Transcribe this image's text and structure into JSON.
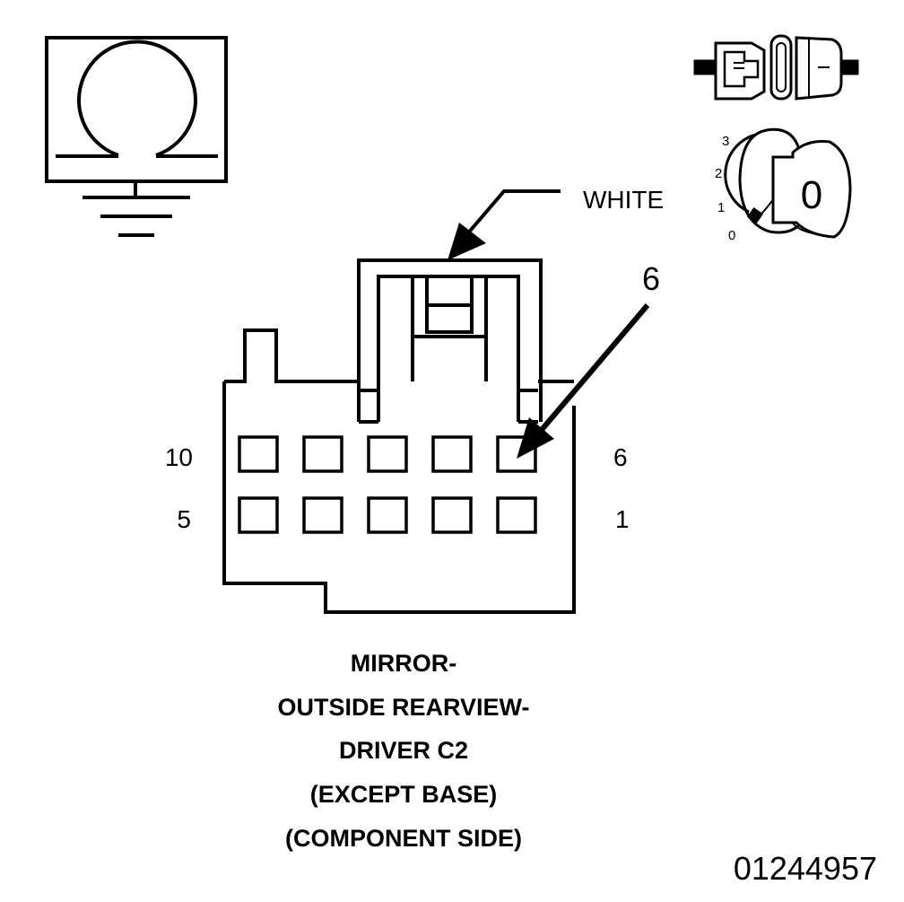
{
  "diagram": {
    "wire_color_callout": "WHITE",
    "pin_callout": "6",
    "row_labels": {
      "top_left": "10",
      "top_right": "6",
      "bottom_left": "5",
      "bottom_right": "1"
    },
    "ignition_positions": [
      "3",
      "2",
      "1",
      "0"
    ],
    "key_symbol": "0",
    "caption": [
      "MIRROR-",
      "OUTSIDE REARVIEW-",
      "DRIVER C2",
      "(EXCEPT BASE)",
      "(COMPONENT SIDE)"
    ],
    "document_id": "01244957"
  },
  "icons": {
    "ohmmeter": "ohmmeter-ground-icon",
    "connector": "connector-pair-icon",
    "ignition": "ignition-switch-icon"
  }
}
